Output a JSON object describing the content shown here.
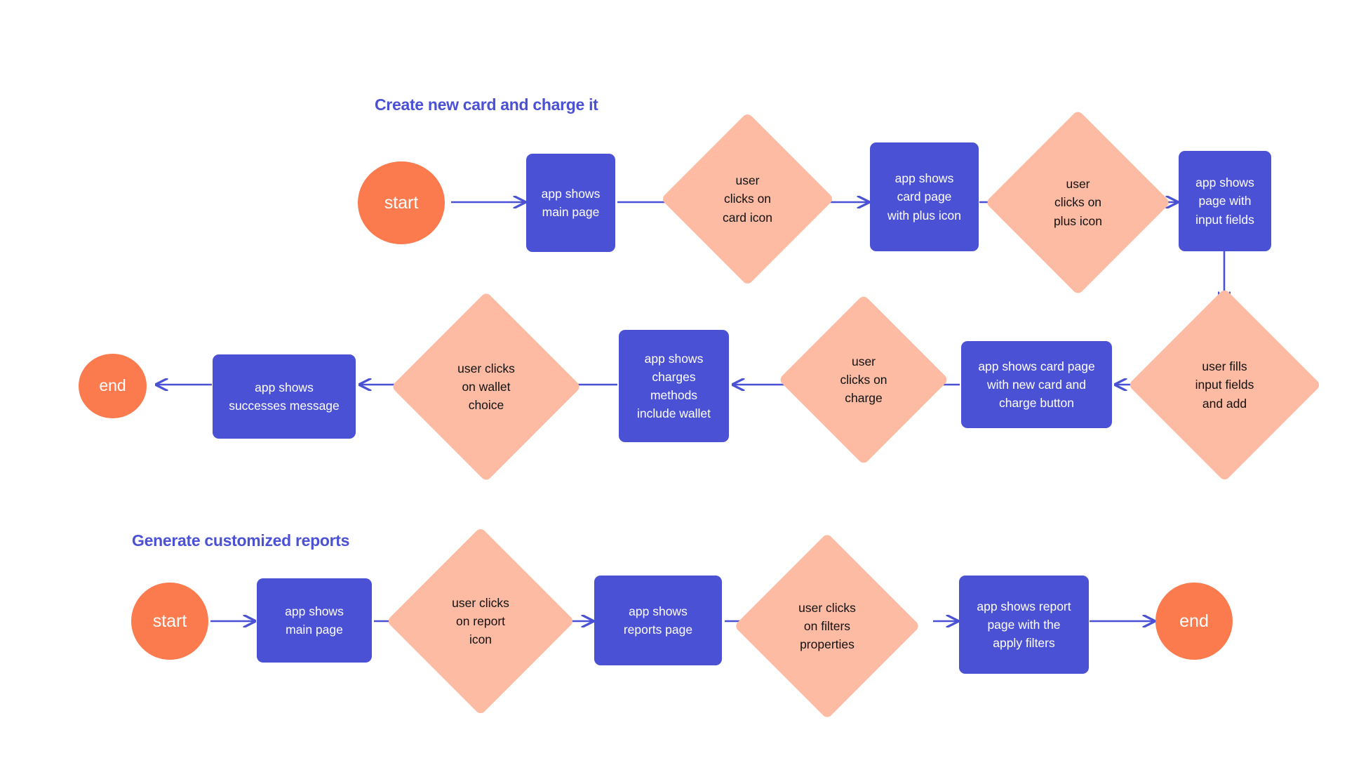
{
  "page": {
    "background": "#ffffff",
    "title_color": "#4b51d4",
    "process_color": "#4b51d4",
    "decision_color": "#fcbba2",
    "terminal_color": "#fb7a4e",
    "edge_color": "#4b51d4"
  },
  "sections": [
    {
      "id": "section-1",
      "title": "Create new card and charge it"
    },
    {
      "id": "section-2",
      "title": "Generate customized reports"
    }
  ],
  "flow1": {
    "start": "start",
    "n1": "app shows\nmain page",
    "n2": "user\nclicks on\ncard icon",
    "n3": "app shows\ncard page\nwith plus icon",
    "n4": "user\nclicks on\nplus icon",
    "n5": "app shows\npage with\ninput fields",
    "n6": "user fills\ninput fields\nand add",
    "n7": "app shows card page\nwith new card and\ncharge button",
    "n8": "user\nclicks on\ncharge",
    "n9": "app shows\ncharges\nmethods\ninclude wallet",
    "n10": "user clicks\non wallet\nchoice",
    "n11": "app shows\nsuccesses message",
    "end": "end"
  },
  "flow2": {
    "start": "start",
    "n1": "app shows\nmain page",
    "n2": "user clicks\non report\nicon",
    "n3": "app shows\nreports page",
    "n4": "user clicks\non filters\nproperties",
    "n5": "app shows report\npage with the\napply filters",
    "end": "end"
  },
  "chart_data": {
    "type": "diagram",
    "diagram_type": "flowchart",
    "title": "Create new card and charge it / Generate customized reports",
    "flows": [
      {
        "name": "Create new card and charge it",
        "nodes": [
          {
            "id": "f1-start",
            "label": "start",
            "shape": "circle",
            "color": "#fb7a4e"
          },
          {
            "id": "f1-n1",
            "label": "app shows main page",
            "shape": "rect",
            "color": "#4b51d4"
          },
          {
            "id": "f1-n2",
            "label": "user clicks on card icon",
            "shape": "diamond",
            "color": "#fcbba2"
          },
          {
            "id": "f1-n3",
            "label": "app shows card page with plus icon",
            "shape": "rect",
            "color": "#4b51d4"
          },
          {
            "id": "f1-n4",
            "label": "user clicks on plus icon",
            "shape": "diamond",
            "color": "#fcbba2"
          },
          {
            "id": "f1-n5",
            "label": "app shows page with input fields",
            "shape": "rect",
            "color": "#4b51d4"
          },
          {
            "id": "f1-n6",
            "label": "user fills input fields and add",
            "shape": "diamond",
            "color": "#fcbba2"
          },
          {
            "id": "f1-n7",
            "label": "app shows card page with new card and charge button",
            "shape": "rect",
            "color": "#4b51d4"
          },
          {
            "id": "f1-n8",
            "label": "user clicks on charge",
            "shape": "diamond",
            "color": "#fcbba2"
          },
          {
            "id": "f1-n9",
            "label": "app shows charges methods include wallet",
            "shape": "rect",
            "color": "#4b51d4"
          },
          {
            "id": "f1-n10",
            "label": "user clicks on wallet choice",
            "shape": "diamond",
            "color": "#fcbba2"
          },
          {
            "id": "f1-n11",
            "label": "app shows successes message",
            "shape": "rect",
            "color": "#4b51d4"
          },
          {
            "id": "f1-end",
            "label": "end",
            "shape": "circle",
            "color": "#fb7a4e"
          }
        ],
        "edges": [
          [
            "f1-start",
            "f1-n1"
          ],
          [
            "f1-n1",
            "f1-n2"
          ],
          [
            "f1-n2",
            "f1-n3"
          ],
          [
            "f1-n3",
            "f1-n4"
          ],
          [
            "f1-n4",
            "f1-n5"
          ],
          [
            "f1-n5",
            "f1-n6"
          ],
          [
            "f1-n6",
            "f1-n7"
          ],
          [
            "f1-n7",
            "f1-n8"
          ],
          [
            "f1-n8",
            "f1-n9"
          ],
          [
            "f1-n9",
            "f1-n10"
          ],
          [
            "f1-n10",
            "f1-n11"
          ],
          [
            "f1-n11",
            "f1-end"
          ]
        ]
      },
      {
        "name": "Generate customized reports",
        "nodes": [
          {
            "id": "f2-start",
            "label": "start",
            "shape": "circle",
            "color": "#fb7a4e"
          },
          {
            "id": "f2-n1",
            "label": "app shows main page",
            "shape": "rect",
            "color": "#4b51d4"
          },
          {
            "id": "f2-n2",
            "label": "user clicks on report icon",
            "shape": "diamond",
            "color": "#fcbba2"
          },
          {
            "id": "f2-n3",
            "label": "app shows reports page",
            "shape": "rect",
            "color": "#4b51d4"
          },
          {
            "id": "f2-n4",
            "label": "user clicks on filters properties",
            "shape": "diamond",
            "color": "#fcbba2"
          },
          {
            "id": "f2-n5",
            "label": "app shows report page with the apply filters",
            "shape": "rect",
            "color": "#4b51d4"
          },
          {
            "id": "f2-end",
            "label": "end",
            "shape": "circle",
            "color": "#fb7a4e"
          }
        ],
        "edges": [
          [
            "f2-start",
            "f2-n1"
          ],
          [
            "f2-n1",
            "f2-n2"
          ],
          [
            "f2-n2",
            "f2-n3"
          ],
          [
            "f2-n3",
            "f2-n4"
          ],
          [
            "f2-n4",
            "f2-n5"
          ],
          [
            "f2-n5",
            "f2-end"
          ]
        ]
      }
    ]
  }
}
